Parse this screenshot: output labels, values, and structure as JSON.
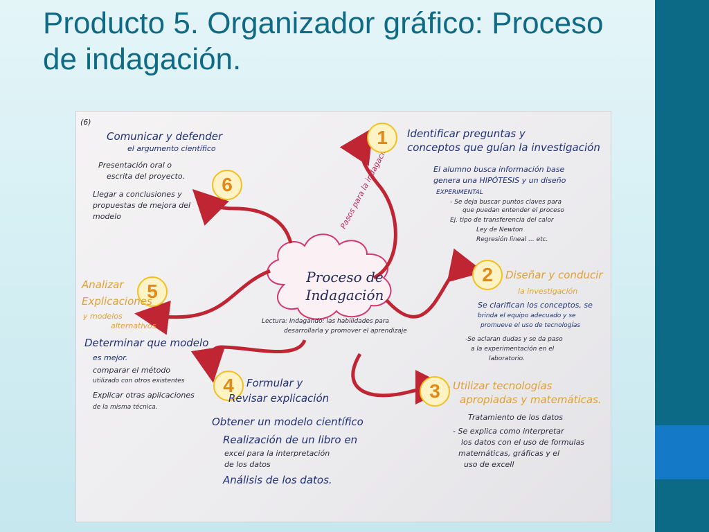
{
  "slide": {
    "title": "Producto 5. Organizador gráfico: Proceso de indagación."
  },
  "poster": {
    "page_mark": "(6)",
    "center": {
      "line1": "Proceso de",
      "line2": "Indagación"
    },
    "center_label": "Pasos para la indagación",
    "center_note_1": "Lectura: Indagando: las habilidades para",
    "center_note_2": "desarrollarla y promover el aprendizaje",
    "steps": [
      {
        "number": "1",
        "title_line1": "Identificar preguntas y",
        "title_line2": "conceptos que guían la investigación",
        "lines": [
          "El alumno busca información base",
          "genera una HIPÓTESIS y un diseño",
          "EXPERIMENTAL",
          "- Se deja buscar puntos claves para",
          "que puedan entender el proceso",
          "Ej. tipo de transferencia del calor",
          "Ley de Newton",
          "Regresión lineal ... etc."
        ]
      },
      {
        "number": "2",
        "title_line1": "Diseñar y conducir",
        "title_line2": "la investigación",
        "lines": [
          "Se clarifican los conceptos, se",
          "brinda el equipo adecuado y se",
          "promueve el uso de tecnologías",
          "-Se aclaran dudas y se da paso",
          "a la experimentación en el",
          "laboratorio."
        ]
      },
      {
        "number": "3",
        "title_line1": "Utilizar tecnologías",
        "title_line2": "apropiadas y matemáticas.",
        "lines": [
          "Tratamiento de los datos",
          "- Se explica como interpretar",
          "los datos con el uso de formulas",
          "matemáticas, gráficas y el",
          "uso de excell"
        ]
      },
      {
        "number": "4",
        "title_line1": "Formular y",
        "title_line2": "Revisar explicación",
        "lines": [
          "Obtener un modelo científico",
          "Realización de un libro en",
          "excel para la interpretación",
          "de los datos",
          "Análisis de los datos."
        ]
      },
      {
        "number": "5",
        "title_line1": "Analizar",
        "title_line2": "Explicaciones",
        "title_line3": "y modelos",
        "title_line4": "alternativos",
        "lines": [
          "Determinar que modelo",
          "es mejor.",
          "comparar el método",
          "utilizado con otros existentes",
          "Explicar otras aplicaciones",
          "de la misma técnica."
        ]
      },
      {
        "number": "6",
        "title_line1": "Comunicar y defender",
        "title_line2": "el argumento científico",
        "lines": [
          "Presentación oral o",
          "escrita del proyecto.",
          "Llegar a conclusiones y",
          "propuestas de mejora del",
          "modelo"
        ]
      }
    ]
  }
}
